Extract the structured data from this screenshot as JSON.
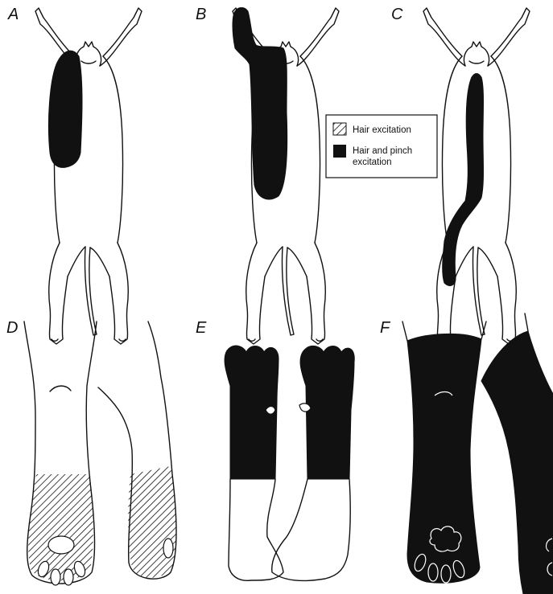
{
  "panels": {
    "a": "A",
    "b": "B",
    "c": "C",
    "d": "D",
    "e": "E",
    "f": "F"
  },
  "legend": {
    "hair_label": "Hair excitation",
    "pinch_label_line1": "Hair and pinch",
    "pinch_label_line2": "excitation"
  },
  "colors": {
    "ink": "#111111",
    "paper": "#ffffff"
  }
}
